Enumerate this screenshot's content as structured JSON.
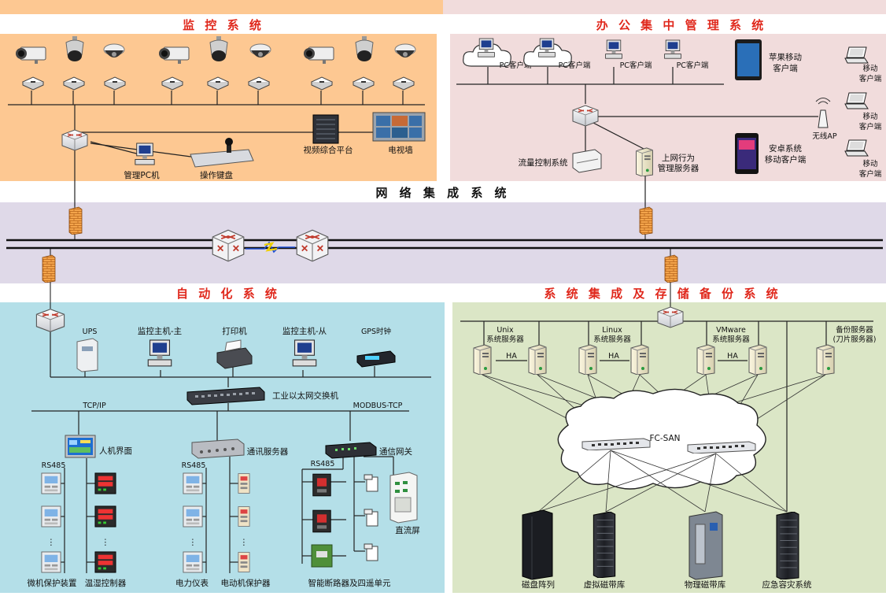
{
  "sections": {
    "monitoring": "监 控 系 统",
    "office": "办 公 集 中 管 理 系 统",
    "network": "网 络 集 成 系 统",
    "automation": "自 动 化 系 统",
    "storage": "系 统 集 成 及 存 储 备 份 系 统"
  },
  "monitoring": {
    "video_platform": "视频综合平台",
    "tv_wall": "电视墙",
    "admin_pc": "管理PC机",
    "keyboard": "操作键盘"
  },
  "office": {
    "pc_clients": [
      "PC客户端",
      "PC客户端",
      "PC客户端",
      "PC客户端"
    ],
    "apple_l1": "苹果移动",
    "apple_l2": "客户端",
    "android_l1": "安卓系统",
    "android_l2": "移动客户端",
    "mobile_l1": "移动",
    "mobile_l2": "客户端",
    "wireless_ap": "无线AP",
    "traffic_control": "流量控制系统",
    "behavior_l1": "上网行为",
    "behavior_l2": "管理服务器"
  },
  "automation": {
    "ups": "UPS",
    "host_main": "监控主机-主",
    "printer": "打印机",
    "host_slave": "监控主机-从",
    "gps_clock": "GPS时钟",
    "ind_switch": "工业以太网交换机",
    "tcpip": "TCP/IP",
    "modbus": "MODBUS-TCP",
    "hmi": "人机界面",
    "comm_server": "通讯服务器",
    "comm_gateway": "通信网关",
    "rs485": "RS485",
    "dc_screen": "直流屏",
    "micro_protect": "微机保护装置",
    "temp_ctrl": "温湿控制器",
    "power_meter": "电力仪表",
    "motor_protect": "电动机保护器",
    "breaker": "智能断路器及四遥单元",
    "dots": "⋮"
  },
  "storage": {
    "unix_l1": "Unix",
    "unix_l2": "系统服务器",
    "linux_l1": "Linux",
    "linux_l2": "系统服务器",
    "vmware_l1": "VMware",
    "vmware_l2": "系统服务器",
    "backup_l1": "备份服务器",
    "backup_l2": "(刀片服务器)",
    "ha": "HA",
    "fcsan": "FC-SAN",
    "disk_array": "磁盘阵列",
    "virtual_tape": "虚拟磁带库",
    "physical_tape": "物理磁带库",
    "disaster": "应急容灾系统"
  },
  "colors": {
    "monitoring_bg": "#fdc892",
    "office_bg": "#f1dcdc",
    "network_bg": "#dfd9e8",
    "automation_bg": "#b4dfe8",
    "storage_bg": "#dbe6c6",
    "title_red": "#e0291d",
    "firewall": "#f09a3c"
  }
}
